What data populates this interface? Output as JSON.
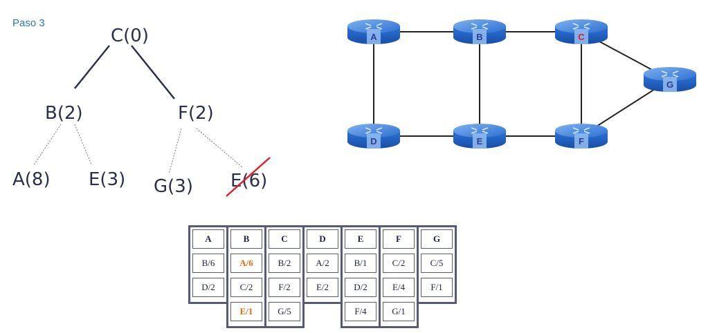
{
  "title": "Paso 3",
  "tree": {
    "nodes": [
      {
        "id": "root",
        "label": "C(0)"
      },
      {
        "id": "b",
        "label": "B(2)"
      },
      {
        "id": "f",
        "label": "F(2)"
      },
      {
        "id": "a",
        "label": "A(8)"
      },
      {
        "id": "e1",
        "label": "E(3)"
      },
      {
        "id": "g",
        "label": "G(3)"
      },
      {
        "id": "e2",
        "label": "E(6)",
        "crossed_out": true
      }
    ]
  },
  "network": {
    "routers": [
      "A",
      "B",
      "C",
      "D",
      "E",
      "F",
      "G"
    ],
    "highlighted_router": "C",
    "router_color": "#2f77d8",
    "highlight_color": "#e0202a"
  },
  "table": {
    "columns": [
      {
        "header": "A",
        "entries": [
          "B/6",
          "D/2"
        ]
      },
      {
        "header": "B",
        "entries": [
          "A/6",
          "C/2",
          "E/1"
        ],
        "highlighted": [
          0,
          2
        ]
      },
      {
        "header": "C",
        "entries": [
          "B/2",
          "F/2",
          "G/5"
        ]
      },
      {
        "header": "D",
        "entries": [
          "A/2",
          "E/2"
        ]
      },
      {
        "header": "E",
        "entries": [
          "B/1",
          "D/2",
          "F/4"
        ]
      },
      {
        "header": "F",
        "entries": [
          "C/2",
          "E/4",
          "G/1"
        ]
      },
      {
        "header": "G",
        "entries": [
          "C/5",
          "F/1"
        ]
      }
    ],
    "highlight_color": "#e06a10"
  }
}
